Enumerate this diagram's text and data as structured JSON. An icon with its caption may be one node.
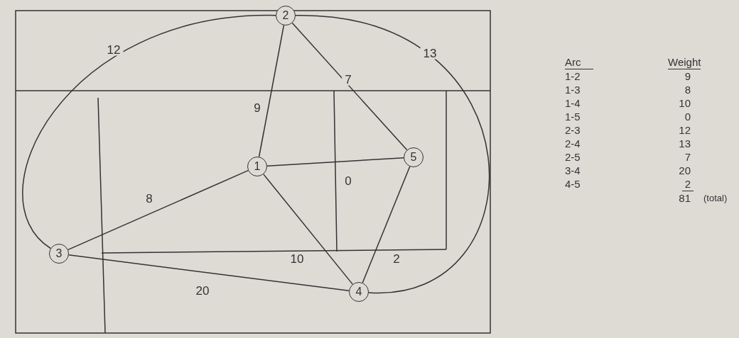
{
  "diagram": {
    "nodes": [
      {
        "text": [
          "2"
        ]
      },
      {
        "text": [
          "1"
        ]
      },
      {
        "text": [
          "5"
        ]
      },
      {
        "text": [
          "3"
        ]
      },
      {
        "text": [
          "4"
        ]
      }
    ],
    "edges": [
      {
        "from": 1,
        "to": 0,
        "arrow": "none",
        "label": "9"
      },
      {
        "from": 1,
        "to": 3,
        "arrow": "none",
        "label": "8"
      },
      {
        "from": 1,
        "to": 4,
        "arrow": "none",
        "label": "10"
      },
      {
        "from": 1,
        "to": 2,
        "arrow": "none",
        "label": "0"
      },
      {
        "from": 0,
        "to": 3,
        "arrow": "none",
        "label": "12"
      },
      {
        "from": 0,
        "to": 4,
        "arrow": "none",
        "label": "13"
      },
      {
        "from": 0,
        "to": 2,
        "arrow": "none",
        "label": "7"
      },
      {
        "from": 3,
        "to": 4,
        "arrow": "none",
        "label": "20"
      },
      {
        "from": 4,
        "to": 2,
        "arrow": "none",
        "label": "2"
      }
    ],
    "labels": [
      "Arc",
      "Weight",
      "1-2",
      "9",
      "1-3",
      "8",
      "1-4",
      "10",
      "1-5",
      "0",
      "2-3",
      "12",
      "2-4",
      "13",
      "2-5",
      "7",
      "3-4",
      "20",
      "4-5",
      "2",
      "81",
      "(total)"
    ]
  }
}
